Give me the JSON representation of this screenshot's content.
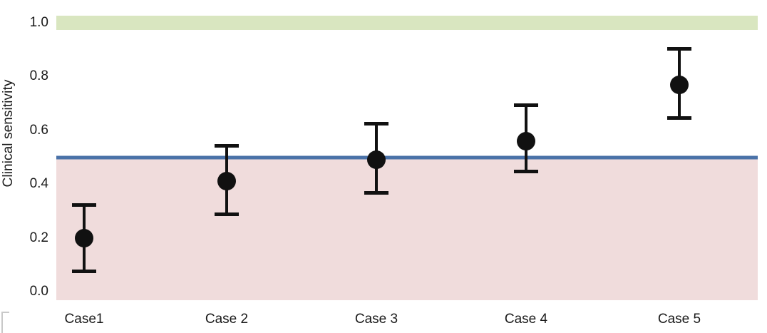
{
  "chart_data": {
    "type": "scatter",
    "title": "",
    "subtitle": "",
    "xlabel": "",
    "ylabel": "Clinical sensitivity",
    "categories": [
      "Case1",
      "Case 2",
      "Case 3",
      "Case 4",
      "Case 5"
    ],
    "values": [
      0.2,
      0.41,
      0.49,
      0.56,
      0.77
    ],
    "error_low": [
      0.07,
      0.28,
      0.36,
      0.44,
      0.64
    ],
    "error_high": [
      0.33,
      0.55,
      0.63,
      0.7,
      0.91
    ],
    "series": [
      {
        "name": "Clinical sensitivity",
        "values": [
          0.2,
          0.41,
          0.49,
          0.56,
          0.77
        ],
        "error_low": [
          0.07,
          0.28,
          0.36,
          0.44,
          0.64
        ],
        "error_high": [
          0.33,
          0.55,
          0.63,
          0.7,
          0.91
        ]
      }
    ],
    "ylim": [
      0.0,
      1.0
    ],
    "yticks": [
      "0.0",
      "0.2",
      "0.4",
      "0.6",
      "0.8",
      "1.0"
    ],
    "ytick_values": [
      0.0,
      0.2,
      0.4,
      0.6,
      0.8,
      1.0
    ],
    "grid": false,
    "legend": "none",
    "threshold": {
      "value": 0.5,
      "label": "",
      "color": "#4a72a8"
    },
    "bands": [
      {
        "name": "acceptable-region",
        "from": 0.5,
        "to": 1.0,
        "color": "#d9e6c0"
      },
      {
        "name": "unacceptable-region",
        "from": 0.0,
        "to": 0.5,
        "color": "#f0dcdc"
      }
    ],
    "marker_color": "#111111",
    "errorbar_color": "#111111"
  }
}
